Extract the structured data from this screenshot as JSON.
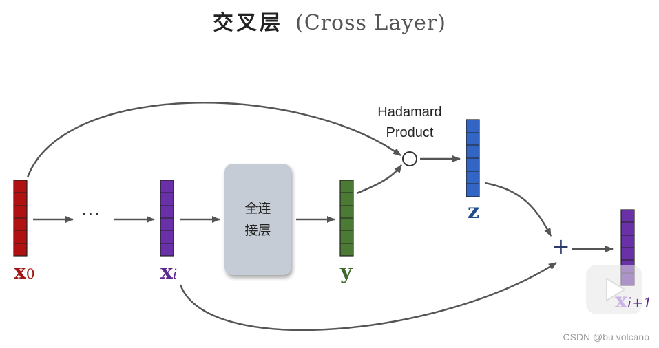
{
  "title": {
    "zh": "交叉层",
    "en": "(Cross Layer)"
  },
  "fc_layer": {
    "line1": "全连",
    "line2": "接层"
  },
  "hadamard": {
    "line1": "Hadamard",
    "line2": "Product"
  },
  "ellipsis": "···",
  "plus": "+",
  "vectors": {
    "x0": {
      "base": "x",
      "sub": "0",
      "color": "#a31515"
    },
    "xi": {
      "base": "x",
      "sub": "i",
      "color": "#5c2a8f"
    },
    "y": {
      "base": "y",
      "color": "#3d6b2e"
    },
    "z": {
      "base": "z",
      "color": "#1f4e8c"
    },
    "xi1": {
      "base": "x",
      "sub": "i+1",
      "color": "#5c2a8f"
    }
  },
  "watermark": "CSDN @bu volcano"
}
